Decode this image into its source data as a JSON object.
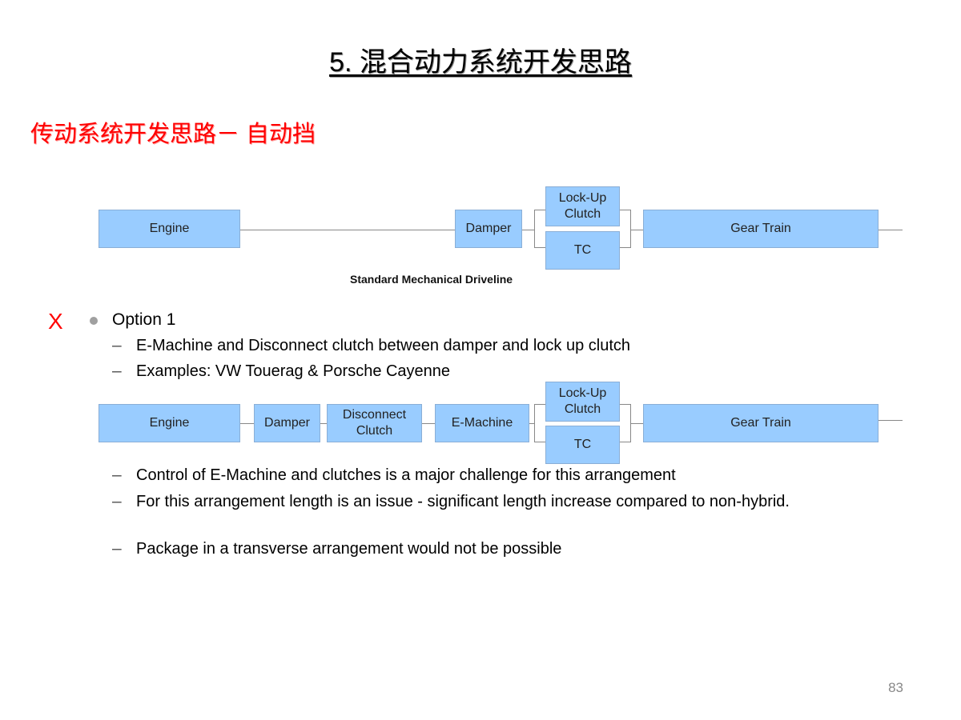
{
  "slide": {
    "title": "5. 混合动力系统开发思路",
    "subtitle": "传动系统开发思路－  自动挡",
    "page_number": "83"
  },
  "diagram1": {
    "caption": "Standard Mechanical Driveline",
    "engine": "Engine",
    "damper": "Damper",
    "lockup": "Lock-Up\nClutch",
    "tc": "TC",
    "gear_train": "Gear Train"
  },
  "option": {
    "mark": "X",
    "label": "Option 1",
    "points_before": [
      "E-Machine and Disconnect clutch between damper and lock up clutch",
      "Examples: VW Touerag & Porsche Cayenne"
    ],
    "points_after": [
      "Control of E-Machine and clutches is a major challenge for this arrangement",
      "For this arrangement length is an issue - significant length increase compared to non-hybrid.",
      "Package in a transverse arrangement would not be possible"
    ],
    "dash_glyph": "–"
  },
  "diagram2": {
    "engine": "Engine",
    "damper": "Damper",
    "disconnect": "Disconnect\nClutch",
    "emachine": "E-Machine",
    "lockup": "Lock-Up\nClutch",
    "tc": "TC",
    "gear_train": "Gear Train"
  },
  "colors": {
    "box_fill": "#99ccff",
    "subtitle": "#ff0000",
    "mark": "#ff0000"
  }
}
